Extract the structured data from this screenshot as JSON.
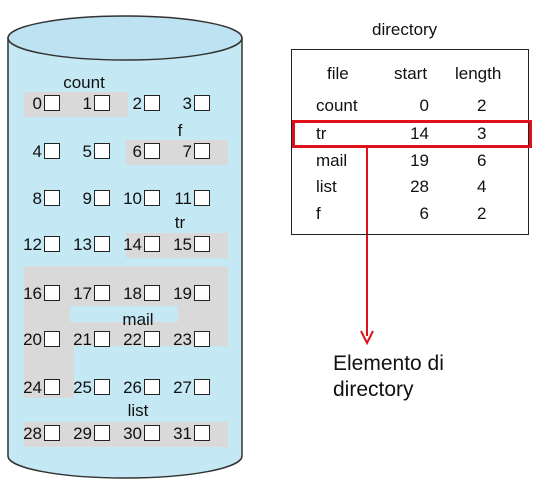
{
  "directory": {
    "title": "directory",
    "headers": {
      "file": "file",
      "start": "start",
      "length": "length"
    },
    "rows": [
      {
        "file": "count",
        "start": "0",
        "length": "2"
      },
      {
        "file": "tr",
        "start": "14",
        "length": "3"
      },
      {
        "file": "mail",
        "start": "19",
        "length": "6"
      },
      {
        "file": "list",
        "start": "28",
        "length": "4"
      },
      {
        "file": "f",
        "start": "6",
        "length": "2"
      }
    ],
    "highlighted_row": "tr"
  },
  "disk": {
    "blocks": [
      "0",
      "1",
      "2",
      "3",
      "4",
      "5",
      "6",
      "7",
      "8",
      "9",
      "10",
      "11",
      "12",
      "13",
      "14",
      "15",
      "16",
      "17",
      "18",
      "19",
      "20",
      "21",
      "22",
      "23",
      "24",
      "25",
      "26",
      "27",
      "28",
      "29",
      "30",
      "31"
    ],
    "file_labels": {
      "count": "count",
      "f": "f",
      "tr": "tr",
      "mail": "mail",
      "list": "list"
    }
  },
  "annotation": {
    "line1": "Elemento di",
    "line2": "directory"
  },
  "colors": {
    "disk_fill": "#c5e8f5",
    "allocated_band": "#d9d9d9",
    "highlight": "#e0101b"
  }
}
